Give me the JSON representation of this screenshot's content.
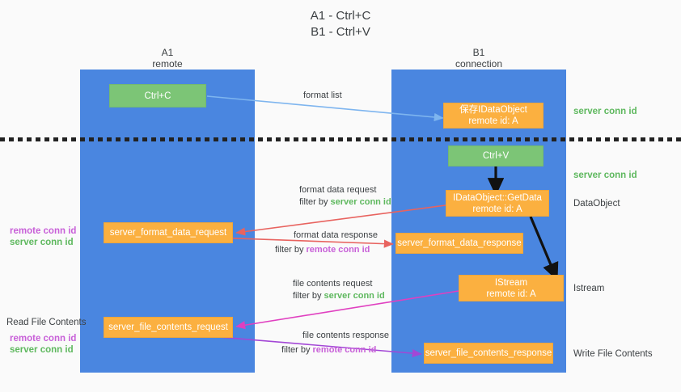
{
  "title": {
    "line1": "A1 - Ctrl+C",
    "line2": "B1 - Ctrl+V"
  },
  "columns": [
    {
      "name": "A1",
      "subtitle": "remote"
    },
    {
      "name": "B1",
      "subtitle": "connection"
    }
  ],
  "nodes": {
    "ctrl_c": {
      "label": "Ctrl+C"
    },
    "data_object_top": {
      "line1": "保存IDataObject",
      "line2": "remote id: A"
    },
    "ctrl_v": {
      "label": "Ctrl+V"
    },
    "get_data": {
      "line1": "IDataObject::GetData",
      "line2": "remote id: A"
    },
    "format_data_request": {
      "label": "server_format_data_request"
    },
    "format_data_response": {
      "label": "server_format_data_response"
    },
    "istream": {
      "line1": "IStream",
      "line2": "remote id: A"
    },
    "file_contents_request": {
      "label": "server_file_contents_request"
    },
    "file_contents_response": {
      "label": "server_file_contents_response"
    }
  },
  "edges": [
    {
      "id": "format-list",
      "caption_lines": [
        [
          {
            "text": "format list",
            "style": "plain"
          }
        ]
      ]
    },
    {
      "id": "format-data-request",
      "caption_lines": [
        [
          {
            "text": "format data request",
            "style": "plain"
          }
        ],
        [
          {
            "text": "filter by ",
            "style": "plain"
          },
          {
            "text": "server conn id",
            "style": "green"
          }
        ]
      ]
    },
    {
      "id": "format-data-response",
      "caption_lines": [
        [
          {
            "text": "format data response",
            "style": "plain"
          }
        ],
        [
          {
            "text": "filter by ",
            "style": "plain"
          },
          {
            "text": "remote conn id",
            "style": "purple"
          }
        ]
      ]
    },
    {
      "id": "file-contents-request",
      "caption_lines": [
        [
          {
            "text": "file contents request",
            "style": "plain"
          }
        ],
        [
          {
            "text": "filter by ",
            "style": "plain"
          },
          {
            "text": "server conn id",
            "style": "green"
          }
        ]
      ]
    },
    {
      "id": "file-contents-response",
      "caption_lines": [
        [
          {
            "text": "file contents response",
            "style": "plain"
          }
        ],
        [
          {
            "text": "filter by ",
            "style": "plain"
          },
          {
            "text": "remote conn id",
            "style": "purple"
          }
        ]
      ]
    }
  ],
  "captions": {
    "format_list": "format list",
    "format_data_request": "format data request",
    "format_data_request_filter_prefix": "filter by ",
    "format_data_request_filter_value": "server conn id",
    "format_data_response": "format data response",
    "format_data_response_filter_prefix": "filter by ",
    "format_data_response_filter_value": "remote conn id",
    "file_contents_request": "file contents request",
    "file_contents_request_filter_prefix": "filter by ",
    "file_contents_request_filter_value": "server conn id",
    "file_contents_response": "file contents response",
    "file_contents_response_filter_prefix": "filter by ",
    "file_contents_response_filter_value": "remote conn id"
  },
  "right_labels": {
    "server_conn_id_top": "server conn id",
    "server_conn_id_mid": "server conn id",
    "data_object": "DataObject",
    "istream": "Istream",
    "write_file_contents": "Write File Contents"
  },
  "left_labels": {
    "remote_conn_id_1": "remote conn id",
    "server_conn_id_1": "server conn id",
    "read_file_contents": "Read File Contents",
    "remote_conn_id_2": "remote conn id",
    "server_conn_id_2": "server conn id"
  },
  "colors": {
    "lane": "#4a86e0",
    "green_node": "#7cc576",
    "orange_node": "#fbb040",
    "green_text": "#5eb85e",
    "purple_text": "#c860d8",
    "arrow_blue": "#7eb5ef",
    "arrow_red": "#e8635f",
    "arrow_magenta": "#e040c0",
    "arrow_purple": "#a347d6",
    "arrow_black": "#000000",
    "background": "#fafafa"
  }
}
